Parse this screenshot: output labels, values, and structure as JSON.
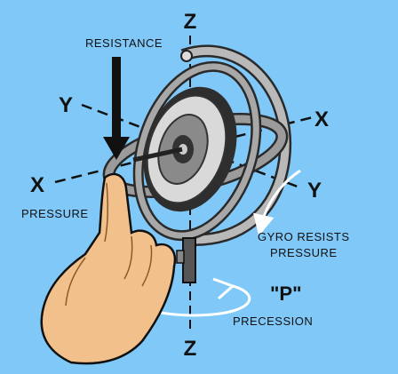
{
  "diagram": {
    "background_color": "#7fc8f8",
    "labels": {
      "z_top": "Z",
      "z_bottom": "Z",
      "y_left": "Y",
      "y_right": "Y",
      "x_left": "X",
      "x_right": "X",
      "resistance": "RESISTANCE",
      "pressure": "PRESSURE",
      "gyro_resists_line1": "GYRO RESISTS",
      "gyro_resists_line2": "PRESSURE",
      "p_symbol": "\"P\"",
      "precession": "PRECESSION"
    }
  }
}
